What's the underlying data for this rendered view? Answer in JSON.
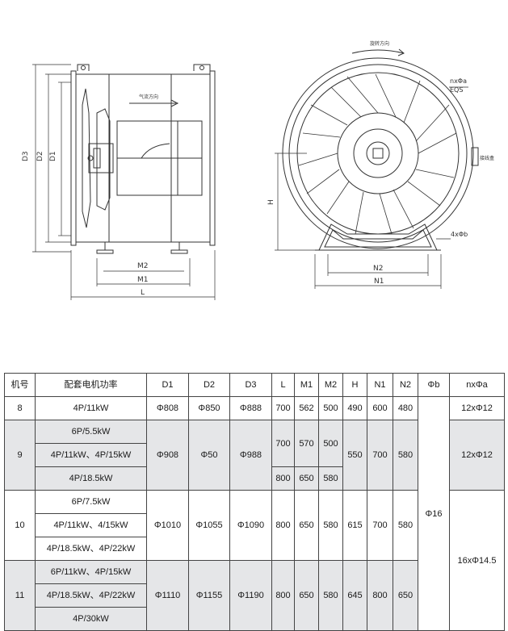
{
  "drawing": {
    "side_view": {
      "labels": {
        "D3": "D3",
        "D2": "D2",
        "D1": "D1",
        "M2": "M2",
        "M1": "M1",
        "L": "L",
        "airflow": "气流方向"
      }
    },
    "front_view": {
      "labels": {
        "rotation": "旋转方向",
        "holes": "nxΦa",
        "eqs": "EQS",
        "H": "H",
        "N2": "N2",
        "N1": "N1",
        "feet": "4xΦb",
        "junction": "接线盒"
      }
    }
  },
  "table": {
    "headers": [
      "机号",
      "配套电机功率",
      "D1",
      "D2",
      "D3",
      "L",
      "M1",
      "M2",
      "H",
      "N1",
      "N2",
      "Φb",
      "nxΦa"
    ],
    "shared_b": "Φ16",
    "shared_a_big": "16xΦ14.5",
    "rows": {
      "r8": {
        "no": "8",
        "motor": "4P/11kW",
        "d1": "Φ808",
        "d2": "Φ850",
        "d3": "Φ888",
        "l": "700",
        "m1": "562",
        "m2": "500",
        "h": "490",
        "n1": "600",
        "n2": "480",
        "a": "12xΦ12"
      },
      "r9": {
        "no": "9",
        "motor": [
          "6P/5.5kW",
          "4P/11kW、4P/15kW",
          "4P/18.5kW"
        ],
        "d1": "Φ908",
        "d2": "Φ50",
        "d3": "Φ988",
        "l_a": "700",
        "m1_a": "570",
        "m2_a": "500",
        "l_b": "800",
        "m1_b": "650",
        "m2_b": "580",
        "h": "550",
        "n1": "700",
        "n2": "580",
        "a": "12xΦ12"
      },
      "r10": {
        "no": "10",
        "motor": [
          "6P/7.5kW",
          "4P/11kW、4/15kW",
          "4P/18.5kW、4P/22kW"
        ],
        "d1": "Φ1010",
        "d2": "Φ1055",
        "d3": "Φ1090",
        "l": "800",
        "m1": "650",
        "m2": "580",
        "h": "615",
        "n1": "700",
        "n2": "580"
      },
      "r11": {
        "no": "11",
        "motor": [
          "6P/11kW、4P/15kW",
          "4P/18.5kW、4P/22kW",
          "4P/30kW"
        ],
        "d1": "Φ1110",
        "d2": "Φ1155",
        "d3": "Φ1190",
        "l": "800",
        "m1": "650",
        "m2": "580",
        "h": "645",
        "n1": "800",
        "n2": "650"
      }
    }
  },
  "colors": {
    "shade": "#e5e6e8",
    "line": "#444444"
  }
}
